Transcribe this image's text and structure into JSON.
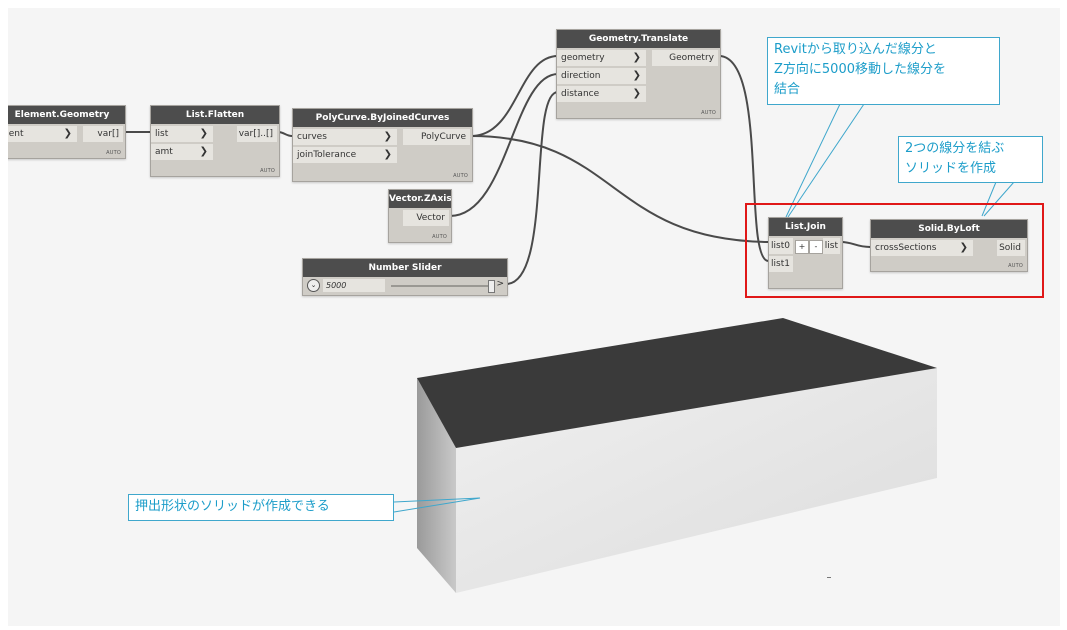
{
  "nodes": {
    "element_geometry": {
      "title": "Element.Geometry",
      "input": "nent",
      "output": "var[]",
      "lacing": "AUTO"
    },
    "list_flatten": {
      "title": "List.Flatten",
      "inputs": [
        "list",
        "amt"
      ],
      "output": "var[]..[]",
      "lacing": "AUTO"
    },
    "polycurve": {
      "title": "PolyCurve.ByJoinedCurves",
      "inputs": [
        "curves",
        "joinTolerance"
      ],
      "output": "PolyCurve",
      "lacing": "AUTO"
    },
    "geometry_translate": {
      "title": "Geometry.Translate",
      "inputs": [
        "geometry",
        "direction",
        "distance"
      ],
      "output": "Geometry",
      "lacing": "AUTO"
    },
    "vector_zaxis": {
      "title": "Vector.ZAxis",
      "output": "Vector",
      "lacing": "AUTO"
    },
    "number_slider": {
      "title": "Number Slider",
      "value": "5000",
      "slider_fraction": 1.0
    },
    "list_join": {
      "title": "List.Join",
      "inputs": [
        "list0",
        "list1"
      ],
      "output": "list",
      "plus": "+",
      "minus": "-"
    },
    "solid_byloft": {
      "title": "Solid.ByLoft",
      "input": "crossSections",
      "output": "Solid",
      "lacing": "AUTO"
    }
  },
  "callouts": {
    "join": [
      "Revitから取り込んだ線分と",
      "Z方向に5000移動した線分を",
      "結合"
    ],
    "loft": [
      "2つの線分を結ぶ",
      "ソリッドを作成"
    ],
    "solid": "押出形状のソリッドが作成できる"
  },
  "colors": {
    "node_header": "#4d4d4d",
    "node_body": "#cfccc6",
    "wire": "#4a4a4a",
    "callout": "#1c9dc9",
    "highlight": "#e01818",
    "solid_top": "#3a3a3a",
    "solid_front": "#e6e6e6",
    "solid_side": "#cfcfcf"
  }
}
